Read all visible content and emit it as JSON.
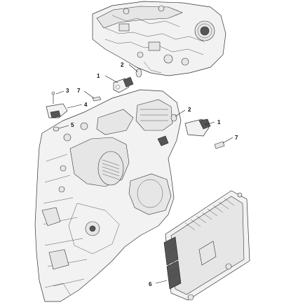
{
  "callouts": {
    "c1_upper": "1",
    "c2_upper": "2",
    "c3": "3",
    "c4": "4",
    "c5": "5",
    "c7_upper": "7",
    "c2_lower": "2",
    "c1_lower": "1",
    "c7_lower": "7",
    "c6": "6"
  }
}
